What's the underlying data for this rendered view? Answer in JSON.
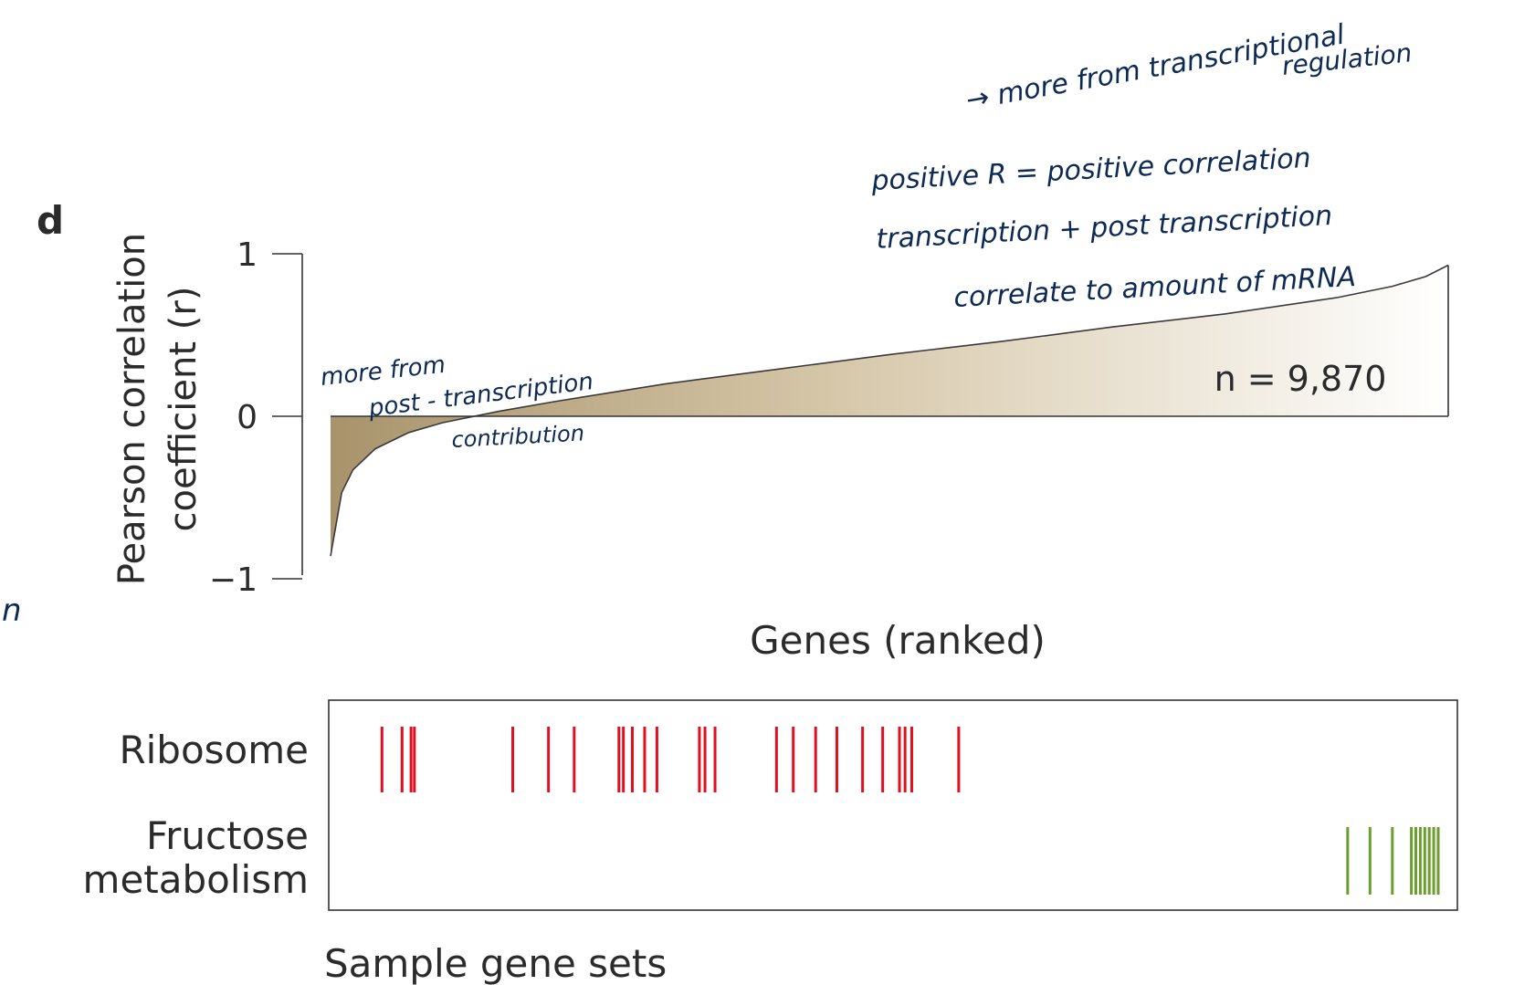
{
  "chart_data": {
    "type": "area",
    "panel_label": "d",
    "ylabel_line1": "Pearson correlation",
    "ylabel_line2": "coefficient (r)",
    "xlabel": "Genes (ranked)",
    "ylim": [
      -1,
      1
    ],
    "yticks": [
      {
        "value": 1,
        "label": "1"
      },
      {
        "value": 0,
        "label": "0"
      },
      {
        "value": -1,
        "label": "−1"
      }
    ],
    "n_label": "n = 9,870",
    "curve": {
      "x": [
        0,
        0.01,
        0.02,
        0.04,
        0.07,
        0.1,
        0.15,
        0.2,
        0.3,
        0.4,
        0.5,
        0.6,
        0.7,
        0.8,
        0.9,
        0.95,
        0.98,
        1.0
      ],
      "y": [
        -0.86,
        -0.47,
        -0.33,
        -0.2,
        -0.1,
        -0.04,
        0.03,
        0.09,
        0.2,
        0.29,
        0.38,
        0.46,
        0.55,
        0.63,
        0.73,
        0.8,
        0.86,
        0.93
      ]
    },
    "gene_sets_title": "Sample gene sets",
    "gene_sets": [
      {
        "name_lines": [
          "Ribosome"
        ],
        "color": "#e0101e",
        "positions": [
          0.046,
          0.064,
          0.072,
          0.075,
          0.163,
          0.195,
          0.218,
          0.258,
          0.262,
          0.27,
          0.281,
          0.292,
          0.33,
          0.335,
          0.344,
          0.399,
          0.414,
          0.434,
          0.453,
          0.476,
          0.494,
          0.509,
          0.514,
          0.52,
          0.562
        ]
      },
      {
        "name_lines": [
          "Fructose",
          "metabolism"
        ],
        "color": "#6a9e2e",
        "positions": [
          0.91,
          0.93,
          0.95,
          0.967,
          0.971,
          0.975,
          0.979,
          0.983,
          0.987,
          0.991
        ]
      }
    ]
  },
  "annotations": {
    "top_line1": "→ more from transcriptional",
    "top_line2": "regulation",
    "middle_line1": "positive R = positive correlation",
    "middle_line2": "transcription + post transcription",
    "middle_line3": "correlate to amount of mRNA",
    "left_line1": "more from",
    "left_line2": "post - transcription",
    "left_line3": "contribution",
    "edge_mark": "n"
  }
}
